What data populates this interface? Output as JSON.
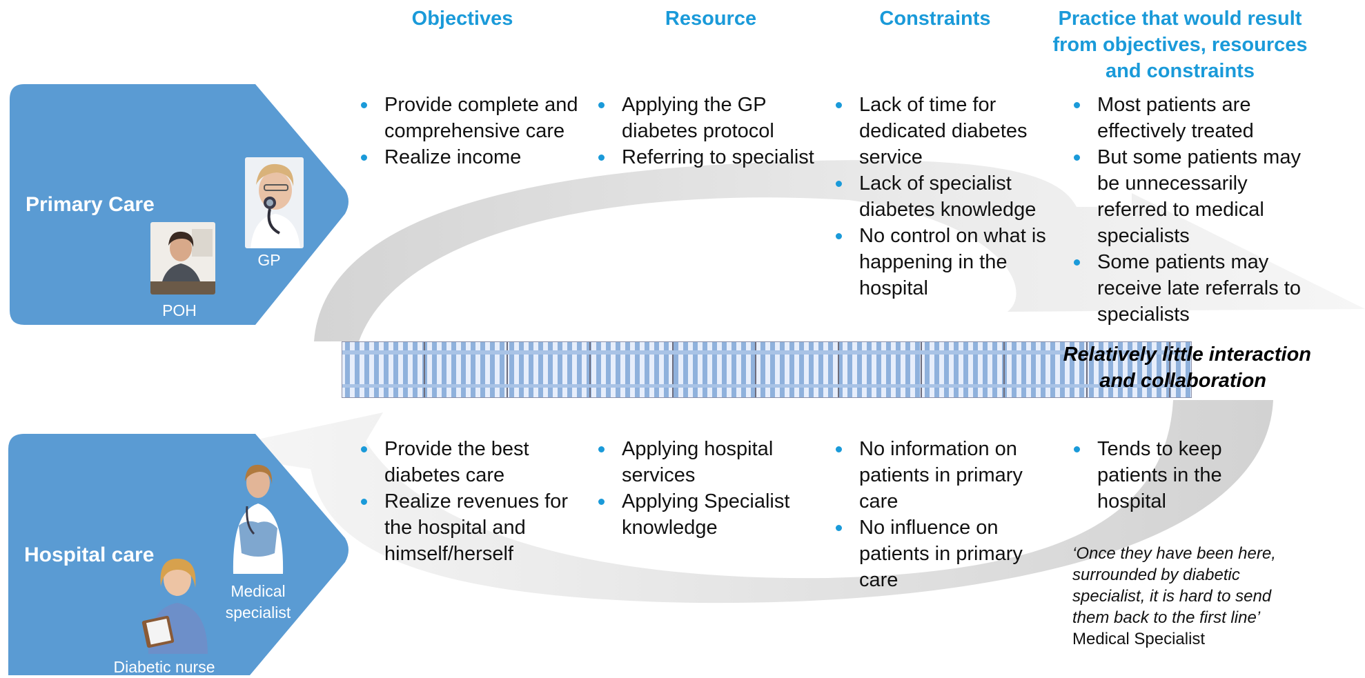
{
  "headers": {
    "objectives": "Objectives",
    "resource": "Resource",
    "constraints": "Constraints",
    "practice_lines": [
      "Practice that would result",
      "from objectives, resources",
      "and constraints"
    ]
  },
  "primary_care": {
    "label": "Primary Care",
    "caption_gp": "GP",
    "caption_poh": "POH",
    "objectives": [
      "Provide complete and comprehensive care",
      "Realize income"
    ],
    "resources": [
      "Applying the GP diabetes protocol",
      "Referring to specialist"
    ],
    "constraints": [
      "Lack of time for dedicated diabetes service",
      "Lack of  specialist diabetes knowledge",
      "No control on what is happening in the hospital"
    ],
    "practice": [
      "Most patients are effectively treated",
      "But some patients may be unnecessarily referred to medical specialists",
      "Some patients may receive late referrals to specialists"
    ]
  },
  "interaction": {
    "line1": "Relatively little interaction",
    "line2": "and collaboration"
  },
  "hospital_care": {
    "label": "Hospital care",
    "caption_specialist_1": "Medical",
    "caption_specialist_2": "specialist",
    "caption_nurse": "Diabetic nurse",
    "objectives": [
      "Provide the best diabetes care",
      "Realize revenues for the hospital and himself/herself"
    ],
    "resources": [
      "Applying hospital services",
      "Applying Specialist knowledge"
    ],
    "constraints": [
      "No information on patients in primary care",
      "No influence on patients in primary care"
    ],
    "practice": [
      "Tends to keep patients in the hospital"
    ],
    "quote": "‘Once they have been here, surrounded by diabetic specialist, it is hard to send them back to the first line’",
    "quote_attribution": "Medical Specialist"
  },
  "colors": {
    "header_blue": "#1a9ad9",
    "panel_blue": "#5a9bd3",
    "arrow_gray": "#e6e6e6"
  }
}
